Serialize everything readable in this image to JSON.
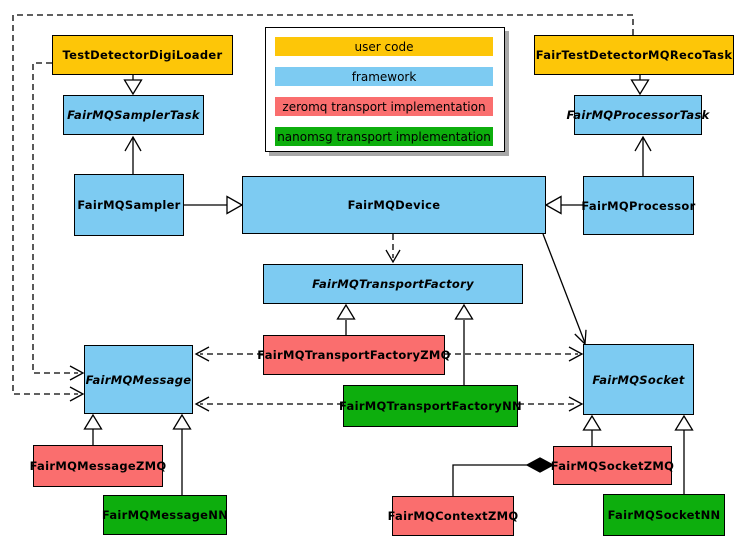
{
  "legend": {
    "items": [
      {
        "label": "user code",
        "color": "#FDC608"
      },
      {
        "label": "framework",
        "color": "#7DCBF2"
      },
      {
        "label": "zeromq transport implementation",
        "color": "#FA6E6E"
      },
      {
        "label": "nanomsg transport implementation",
        "color": "#0DAE0D"
      }
    ]
  },
  "nodes": {
    "digi_loader": {
      "label": "TestDetectorDigiLoader",
      "category": "user code",
      "abstract": false
    },
    "reco_task": {
      "label": "FairTestDetectorMQRecoTask",
      "category": "user code",
      "abstract": false
    },
    "sampler_task": {
      "label": "FairMQSamplerTask",
      "category": "framework",
      "abstract": true
    },
    "processor_task": {
      "label": "FairMQProcessorTask",
      "category": "framework",
      "abstract": true
    },
    "sampler": {
      "label": "FairMQSampler",
      "category": "framework",
      "abstract": false
    },
    "device": {
      "label": "FairMQDevice",
      "category": "framework",
      "abstract": false
    },
    "processor": {
      "label": "FairMQProcessor",
      "category": "framework",
      "abstract": false
    },
    "transport_factory": {
      "label": "FairMQTransportFactory",
      "category": "framework",
      "abstract": true
    },
    "message": {
      "label": "FairMQMessage",
      "category": "framework",
      "abstract": true
    },
    "socket": {
      "label": "FairMQSocket",
      "category": "framework",
      "abstract": true
    },
    "factory_zmq": {
      "label": "FairMQTransportFactoryZMQ",
      "category": "zeromq",
      "abstract": false
    },
    "factory_nn": {
      "label": "FairMQTransportFactoryNN",
      "category": "nanomsg",
      "abstract": false
    },
    "message_zmq": {
      "label": "FairMQMessageZMQ",
      "category": "zeromq",
      "abstract": false
    },
    "message_nn": {
      "label": "FairMQMessageNN",
      "category": "nanomsg",
      "abstract": false
    },
    "socket_zmq": {
      "label": "FairMQSocketZMQ",
      "category": "zeromq",
      "abstract": false
    },
    "socket_nn": {
      "label": "FairMQSocketNN",
      "category": "nanomsg",
      "abstract": false
    },
    "context_zmq": {
      "label": "FairMQContextZMQ",
      "category": "zeromq",
      "abstract": false
    }
  },
  "edges": [
    {
      "from": "TestDetectorDigiLoader",
      "to": "FairMQSamplerTask",
      "type": "inheritance"
    },
    {
      "from": "FairTestDetectorMQRecoTask",
      "to": "FairMQProcessorTask",
      "type": "inheritance"
    },
    {
      "from": "FairMQSampler",
      "to": "FairMQSamplerTask",
      "type": "association"
    },
    {
      "from": "FairMQProcessor",
      "to": "FairMQProcessorTask",
      "type": "association"
    },
    {
      "from": "FairMQSampler",
      "to": "FairMQDevice",
      "type": "inheritance"
    },
    {
      "from": "FairMQProcessor",
      "to": "FairMQDevice",
      "type": "inheritance"
    },
    {
      "from": "FairMQDevice",
      "to": "FairMQTransportFactory",
      "type": "dependency"
    },
    {
      "from": "FairMQDevice",
      "to": "FairMQSocket",
      "type": "association"
    },
    {
      "from": "FairMQTransportFactoryZMQ",
      "to": "FairMQTransportFactory",
      "type": "inheritance"
    },
    {
      "from": "FairMQTransportFactoryNN",
      "to": "FairMQTransportFactory",
      "type": "inheritance"
    },
    {
      "from": "FairMQMessageZMQ",
      "to": "FairMQMessage",
      "type": "inheritance"
    },
    {
      "from": "FairMQMessageNN",
      "to": "FairMQMessage",
      "type": "inheritance"
    },
    {
      "from": "FairMQSocketZMQ",
      "to": "FairMQSocket",
      "type": "inheritance"
    },
    {
      "from": "FairMQSocketNN",
      "to": "FairMQSocket",
      "type": "inheritance"
    },
    {
      "from": "TestDetectorDigiLoader",
      "to": "FairMQMessage",
      "type": "dependency"
    },
    {
      "from": "FairTestDetectorMQRecoTask",
      "to": "FairMQMessage",
      "type": "dependency"
    },
    {
      "from": "FairMQTransportFactoryZMQ",
      "to": "FairMQMessage",
      "type": "dependency"
    },
    {
      "from": "FairMQTransportFactoryNN",
      "to": "FairMQMessage",
      "type": "dependency"
    },
    {
      "from": "FairMQTransportFactoryZMQ",
      "to": "FairMQSocket",
      "type": "dependency"
    },
    {
      "from": "FairMQTransportFactoryNN",
      "to": "FairMQSocket",
      "type": "dependency"
    },
    {
      "from": "FairMQContextZMQ",
      "to": "FairMQSocketZMQ",
      "type": "composition"
    }
  ],
  "colors": {
    "background": "#FFFFFF",
    "line": "#000000",
    "text": "#000000",
    "user_code": "#FDC608",
    "framework": "#7DCBF2",
    "zeromq": "#FA6E6E",
    "nanomsg": "#0DAE0D"
  }
}
